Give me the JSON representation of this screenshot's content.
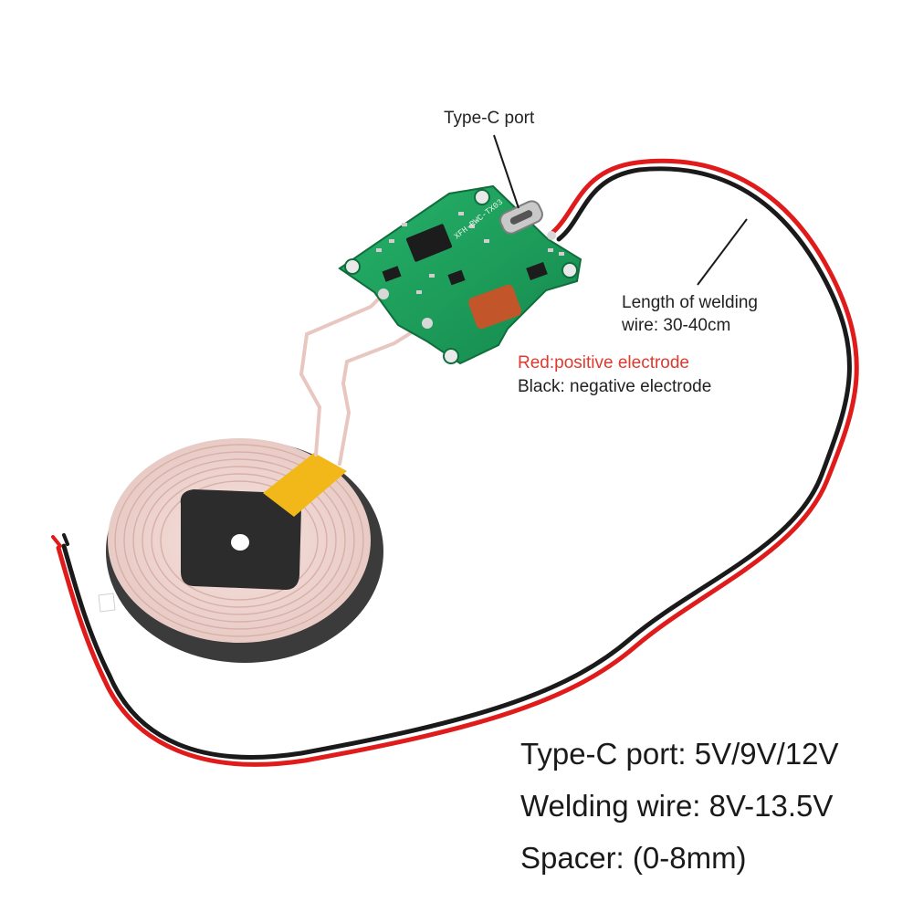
{
  "callouts": {
    "port": "Type-C port",
    "wire_length_line1": "Length of welding",
    "wire_length_line2": "wire: 30-40cm",
    "polarity_red": "Red:positive electrode",
    "polarity_black": "Black: negative electrode"
  },
  "specs": [
    "Type-C port: 5V/9V/12V",
    "Welding wire: 8V-13.5V",
    "Spacer: (0-8mm)"
  ],
  "board_silkscreen": "XFH-RWC-TX03",
  "colors": {
    "background": "#ffffff",
    "pcb": "#1b9c5a",
    "wire_red": "#e01b1b",
    "wire_black": "#1a1a1a",
    "coil": "#efd6d2",
    "ferrite": "#3b3b3b",
    "tape": "#f2b81a",
    "capacitor": "#c2562a",
    "red_label": "#e03a2e",
    "text": "#222222"
  }
}
